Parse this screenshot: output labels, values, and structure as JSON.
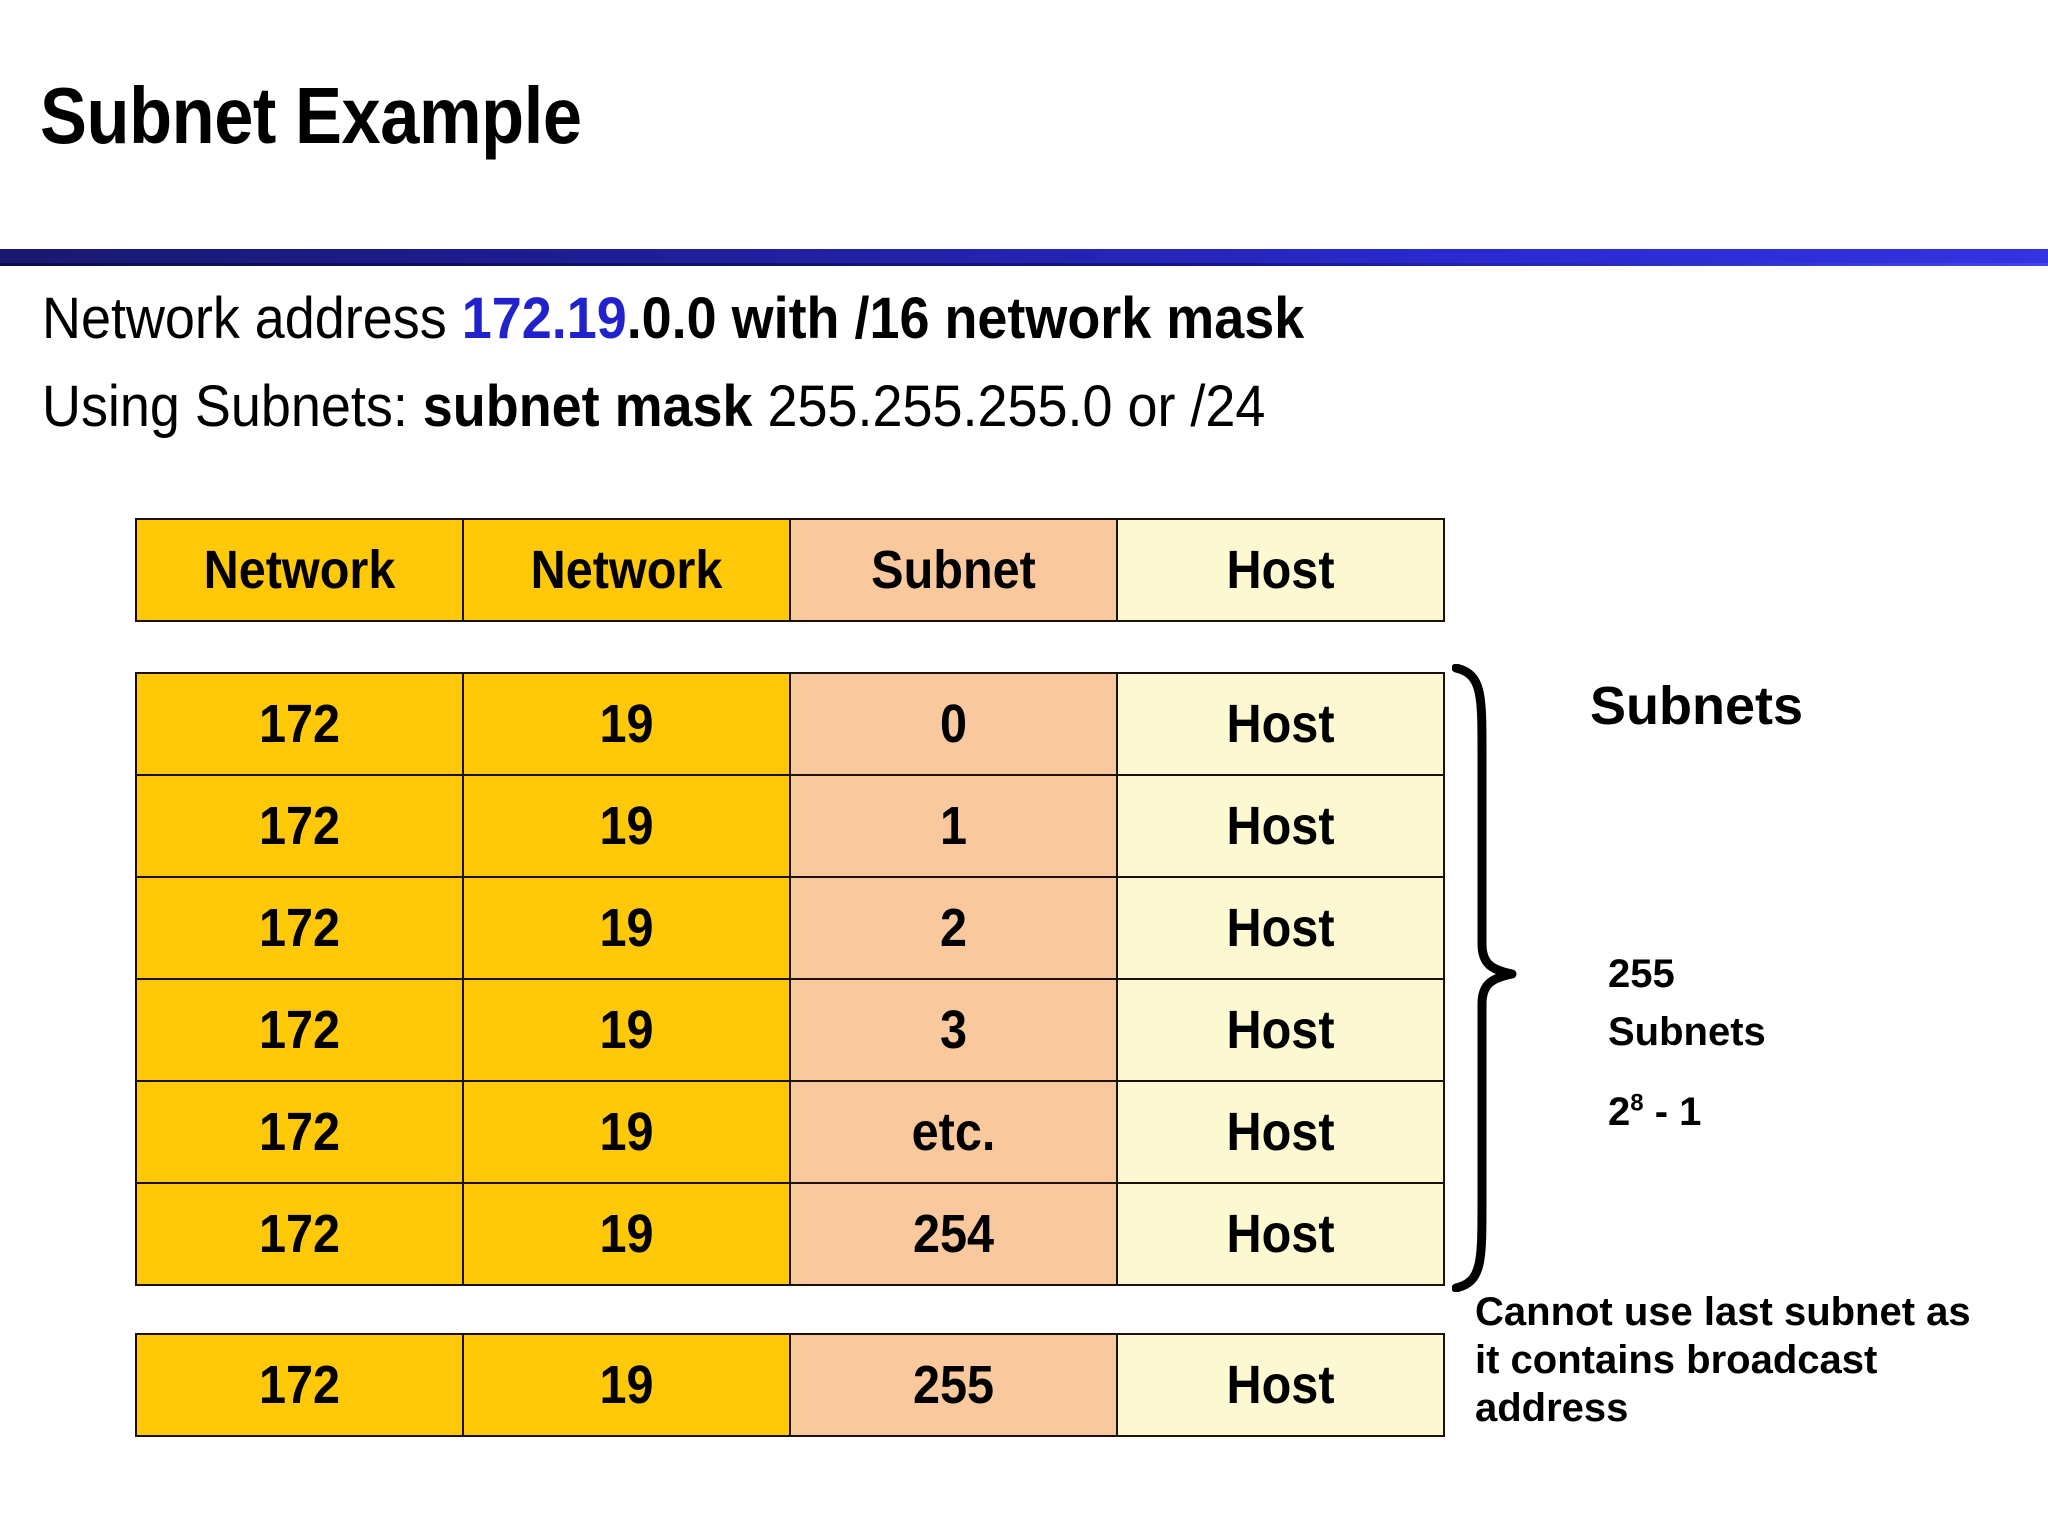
{
  "slide": {
    "title": "Subnet Example",
    "divider_gradient_from": "#191970",
    "divider_gradient_to": "#3333e0"
  },
  "intro": {
    "line1": {
      "prefix": "Network address ",
      "accent": "172.19",
      "suffix": ".0.0 with /16 network mask"
    },
    "line2": {
      "prefix": "Using Subnets: ",
      "bold": "subnet mask",
      "suffix": " 255.255.255.0 or /24"
    }
  },
  "table": {
    "headers": [
      "Network",
      "Network",
      "Subnet",
      "Host"
    ],
    "column_colors": [
      "#FFC809",
      "#FFC809",
      "#F9C99D",
      "#FBF8D2"
    ],
    "rows": [
      [
        "172",
        "19",
        "0",
        "Host"
      ],
      [
        "172",
        "19",
        "1",
        "Host"
      ],
      [
        "172",
        "19",
        "2",
        "Host"
      ],
      [
        "172",
        "19",
        "3",
        "Host"
      ],
      [
        "172",
        "19",
        "etc.",
        "Host"
      ],
      [
        "172",
        "19",
        "254",
        "Host"
      ]
    ],
    "last_row": [
      "172",
      "19",
      "255",
      "Host"
    ]
  },
  "annotations": {
    "subnets_title": "Subnets",
    "subnets_count_line1": "255",
    "subnets_count_line2": "Subnets",
    "formula_base": "2",
    "formula_exponent": "8",
    "formula_tail": " - 1",
    "note": "Cannot use last subnet as it contains broadcast address"
  }
}
